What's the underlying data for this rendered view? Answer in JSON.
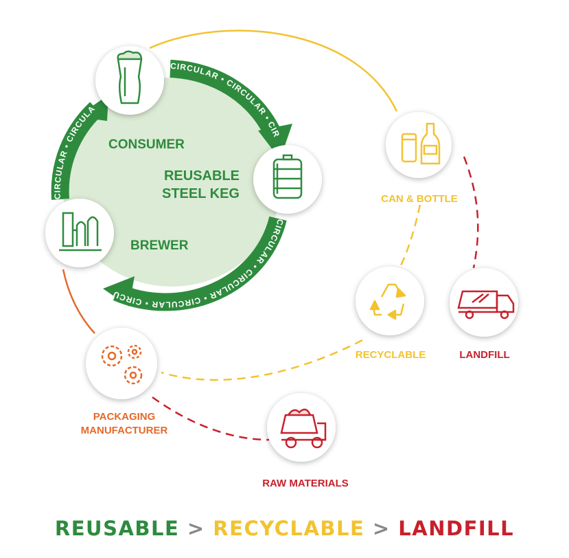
{
  "colors": {
    "green": "#2E8B3E",
    "light_green": "#DCEBD5",
    "yellow": "#F2C230",
    "orange": "#E4692A",
    "red": "#C8202B",
    "gray": "#888888"
  },
  "circle_text": "CIRCULAR • CIRCULAR • CIRCULAR • CIRCULAR • CIRCULAR • CIRCULAR • CIRCULAR • CIRCULAR • CIRCULAR",
  "nodes": {
    "consumer": {
      "label": "CONSUMER",
      "icon": "beer-glass-icon"
    },
    "keg": {
      "label_line1": "REUSABLE",
      "label_line2": "STEEL KEG",
      "icon": "keg-icon"
    },
    "brewer": {
      "label": "BREWER",
      "icon": "brewery-tanks-icon"
    },
    "can_bottle": {
      "label": "CAN & BOTTLE",
      "icon": "can-and-bottle-icon"
    },
    "recyclable": {
      "label": "RECYCLABLE",
      "icon": "recycle-icon"
    },
    "landfill": {
      "label": "LANDFILL",
      "icon": "garbage-truck-icon"
    },
    "packaging": {
      "label_line1": "PACKAGING",
      "label_line2": "MANUFACTURER",
      "icon": "gears-icon"
    },
    "raw_materials": {
      "label": "RAW MATERIALS",
      "icon": "dump-truck-icon"
    }
  },
  "footer": {
    "reusable": "REUSABLE",
    "sep1": " > ",
    "recyclable": "RECYCLABLE",
    "sep2": " > ",
    "landfill": "LANDFILL"
  }
}
